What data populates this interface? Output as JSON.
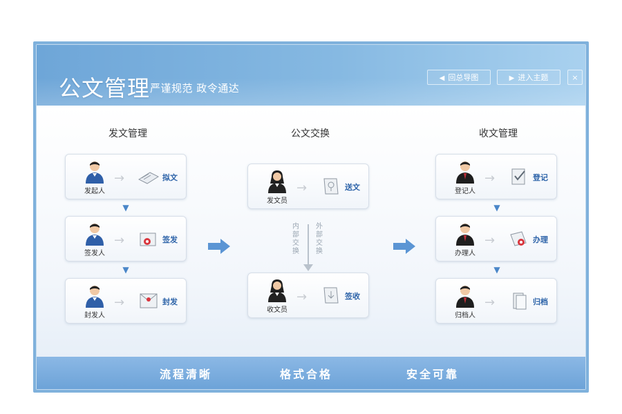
{
  "header": {
    "title": "公文管理",
    "subtitle": "严谨规范  政令通达",
    "back_button": "回总导图",
    "enter_button": "进入主题",
    "close_glyph": "×"
  },
  "columns": {
    "left_title": "发文管理",
    "middle_title": "公文交换",
    "right_title": "收文管理"
  },
  "cards": {
    "left": [
      {
        "person": "发起人",
        "action": "拟文"
      },
      {
        "person": "签发人",
        "action": "签发"
      },
      {
        "person": "封发人",
        "action": "封发"
      }
    ],
    "middle": [
      {
        "person": "发文员",
        "action": "送文"
      },
      {
        "person": "收文员",
        "action": "签收"
      }
    ],
    "right": [
      {
        "person": "登记人",
        "action": "登记"
      },
      {
        "person": "办理人",
        "action": "办理"
      },
      {
        "person": "归档人",
        "action": "归档"
      }
    ]
  },
  "exchange": {
    "inner_label": "内部交换",
    "outer_label": "外部交换"
  },
  "footer": {
    "items": [
      "流程清晰",
      "格式合格",
      "安全可靠"
    ]
  },
  "icons": {
    "person": "person-icon",
    "document": "document-icon",
    "flow_arrow": "→",
    "down_arrow": "▼"
  },
  "colors": {
    "header_blue": "#6ea6d8",
    "action_blue": "#2e64a9",
    "arrow_blue": "#4a86c8",
    "footer_blue": "#7aaedf"
  }
}
